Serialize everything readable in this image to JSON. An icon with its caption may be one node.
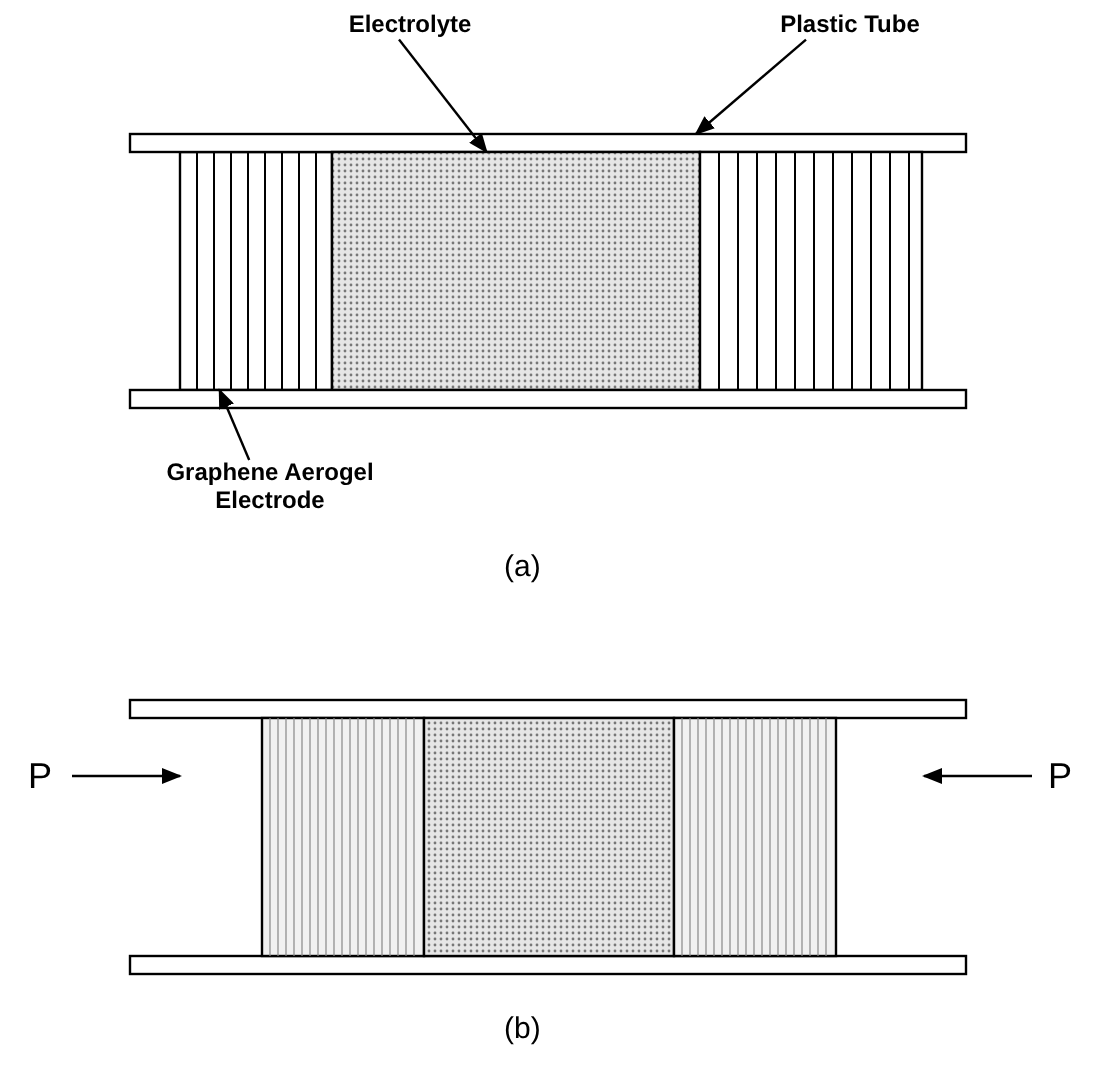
{
  "diagram": {
    "nodes": [
      {
        "text": [
          "Electrolyte"
        ]
      },
      {
        "text": [
          "Plastic Tube"
        ]
      },
      {
        "text": [
          "Graphene Aerogel Electrode"
        ]
      },
      {
        "text": [],
        "shape": "box"
      },
      {
        "text": [],
        "shape": "bar"
      },
      {
        "text": [],
        "shape": "box"
      }
    ],
    "edges": [
      {
        "from": 0,
        "to": 5,
        "arrow": "to"
      },
      {
        "from": 1,
        "to": 4,
        "arrow": "to"
      },
      {
        "from": 2,
        "to": 3,
        "arrow": "to"
      }
    ],
    "labels": [
      "(a)",
      "P",
      "P",
      "(b)"
    ]
  }
}
